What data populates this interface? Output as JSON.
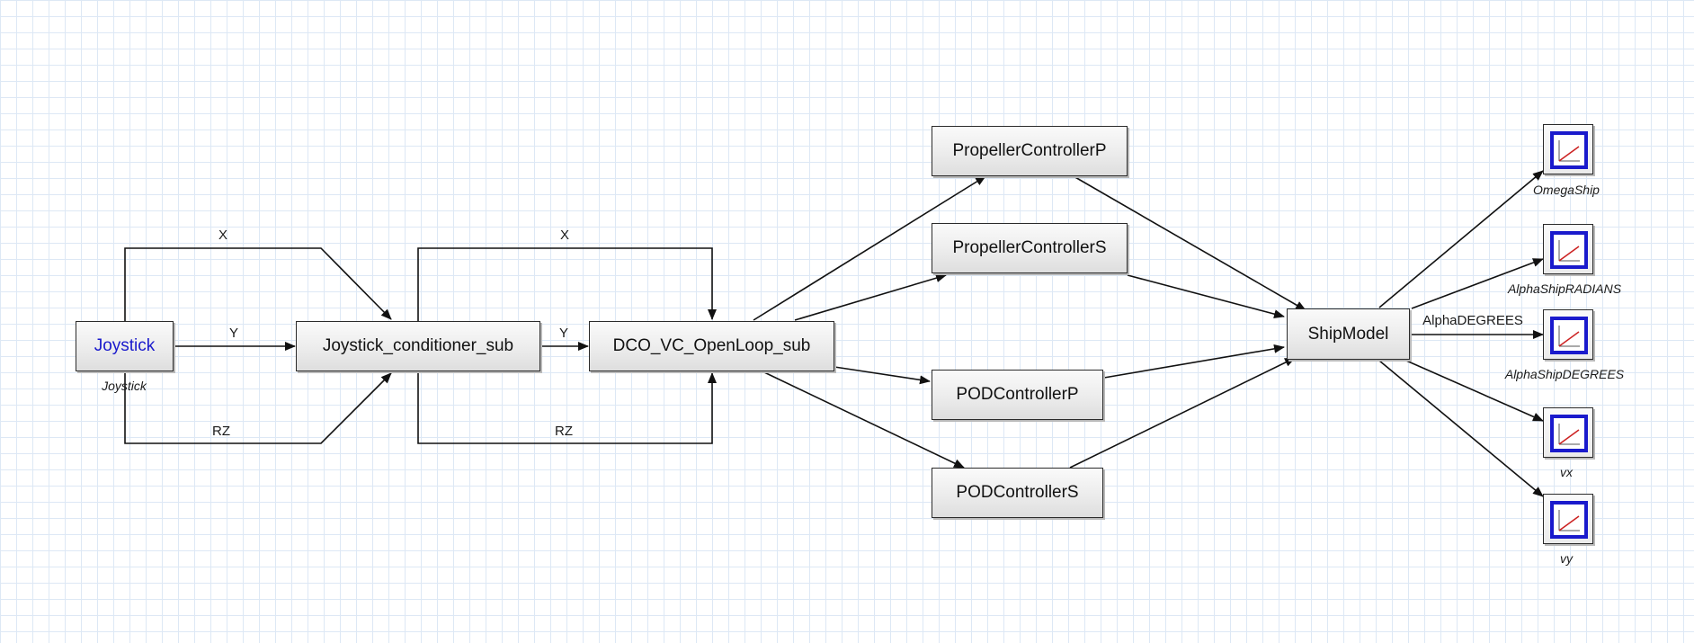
{
  "blocks": {
    "joystick": "Joystick",
    "joystick_conditioner": "Joystick_conditioner_sub",
    "dco": "DCO_VC_OpenLoop_sub",
    "propeller_p": "PropellerControllerP",
    "propeller_s": "PropellerControllerS",
    "pod_p": "PODControllerP",
    "pod_s": "PODControllerS",
    "ship_model": "ShipModel"
  },
  "captions": {
    "joystick": "Joystick",
    "omega_ship": "OmegaShip",
    "alpha_radians": "AlphaShipRADIANS",
    "alpha_degrees": "AlphaShipDEGREES",
    "vx": "vx",
    "vy": "vy"
  },
  "wire_labels": {
    "x1": "X",
    "y1": "Y",
    "rz1": "RZ",
    "x2": "X",
    "y2": "Y",
    "rz2": "RZ",
    "alpha_degrees": "AlphaDEGREES"
  },
  "colors": {
    "grid": "#dde8f5",
    "wire": "#111111",
    "source_text": "#1a1acc",
    "scope_frame": "#1a1acc",
    "scope_trace": "#cc2222"
  },
  "icons": {
    "scope": "scope-plot-icon"
  }
}
